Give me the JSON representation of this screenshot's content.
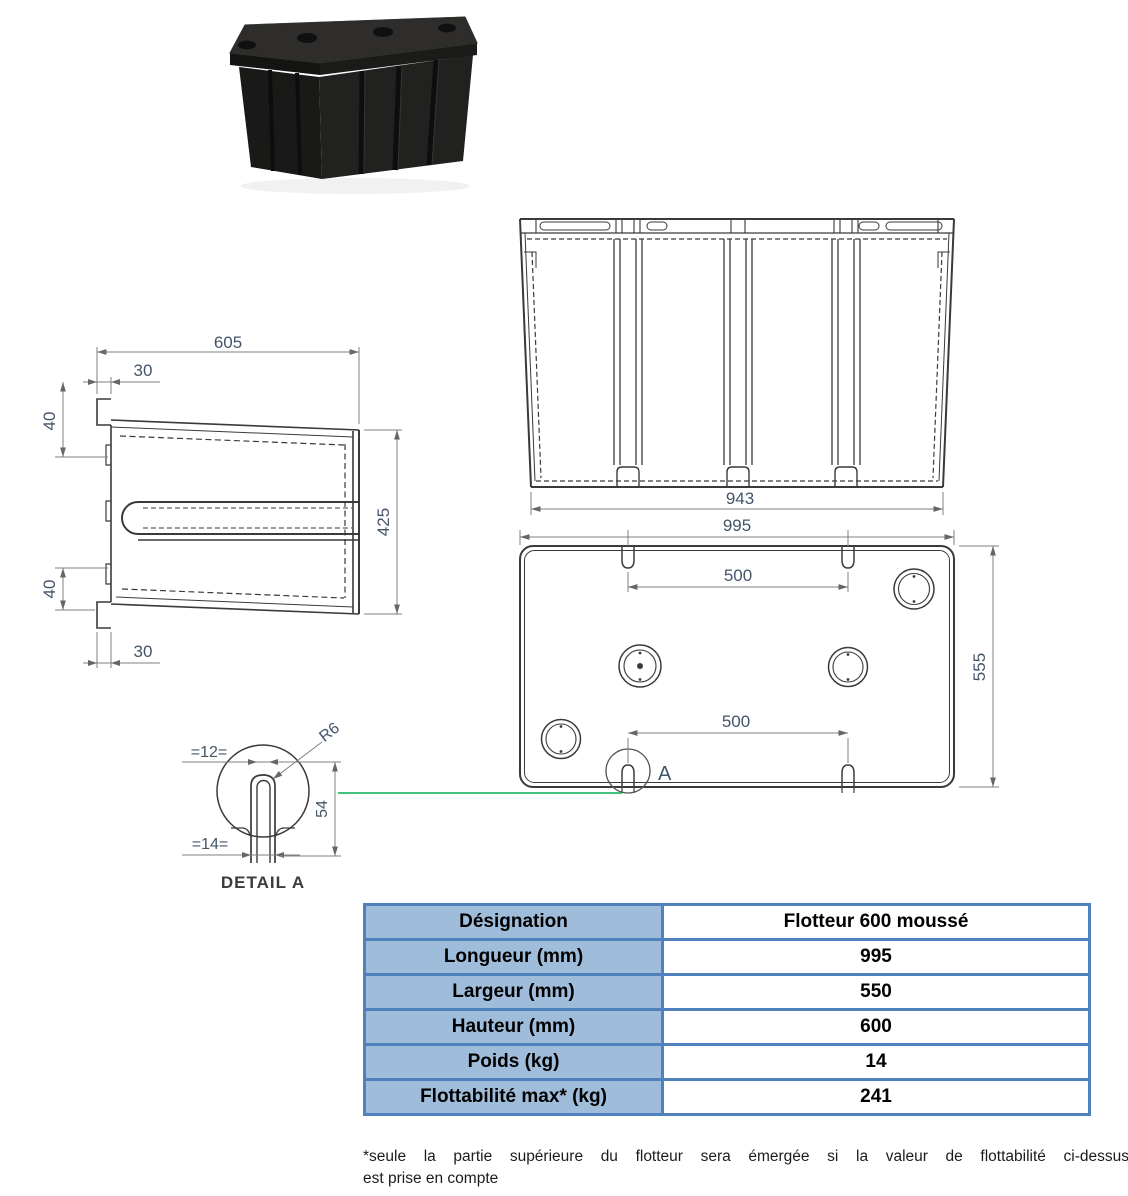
{
  "colors": {
    "table_border": "#4f81bd",
    "table_label_fill": "#9fbcda",
    "dimension_text": "#44546a",
    "drawing_lines": "#3a3a3a",
    "reference_line_green": "#00b050"
  },
  "drawings": {
    "side_view": {
      "dim_width_top": "605",
      "dim_offset_top": "30",
      "dim_rib_top": "40",
      "dim_height": "425",
      "dim_rib_bottom": "40",
      "dim_offset_bottom": "30"
    },
    "front_view": {
      "dim_inner_width": "943"
    },
    "top_view": {
      "dim_length": "995",
      "dim_slot_spacing_top": "500",
      "dim_slot_spacing_bottom": "500",
      "dim_width": "555",
      "detail_marker": "A"
    },
    "detail_a": {
      "radius_label": "R6",
      "dim_slot_top": "=12=",
      "dim_depth": "54",
      "dim_slot_bottom": "=14=",
      "caption": "DETAIL A"
    }
  },
  "table": {
    "rows": [
      {
        "label": "Désignation",
        "value": "Flotteur 600 moussé"
      },
      {
        "label": "Longueur (mm)",
        "value": "995"
      },
      {
        "label": "Largeur (mm)",
        "value": "550"
      },
      {
        "label": "Hauteur (mm)",
        "value": "600"
      },
      {
        "label": "Poids (kg)",
        "value": "14"
      },
      {
        "label": "Flottabilité max* (kg)",
        "value": "241"
      }
    ]
  },
  "footnote": {
    "line1": "*seule la partie supérieure du flotteur sera émergée si la valeur de flottabilité ci-dessus",
    "line2": "est prise en compte"
  }
}
